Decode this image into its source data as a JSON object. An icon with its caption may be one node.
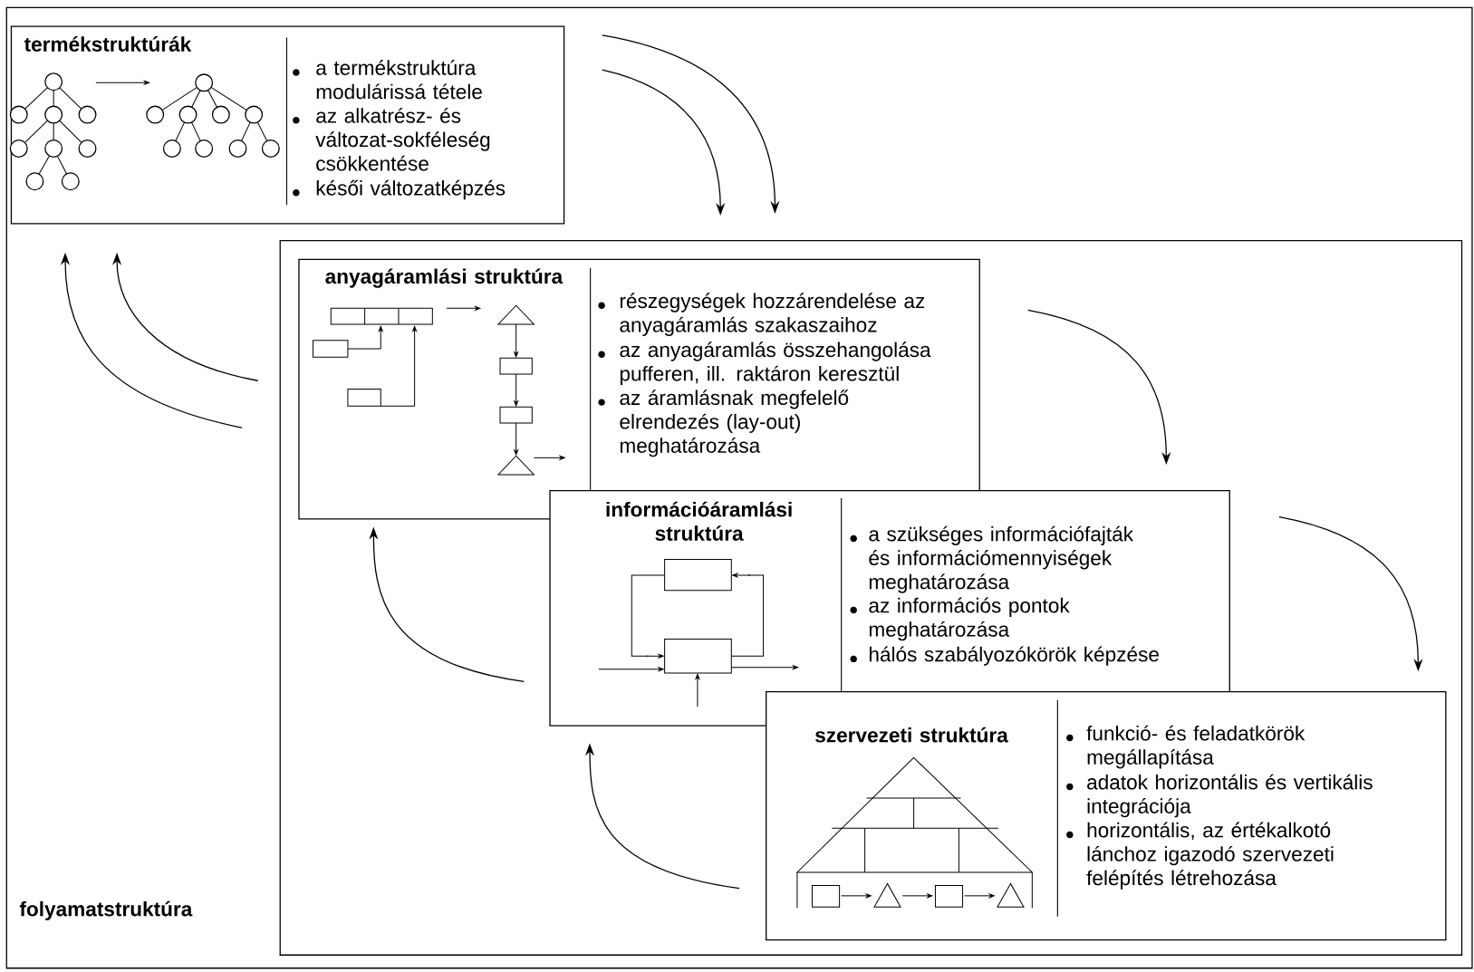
{
  "diagram": {
    "nodes": [
      {
        "text": [
          "folyamatstruktúra"
        ]
      },
      {
        "text": [
          "termékstruktúrák",
          "a termékstruktúra modulárissá tétele",
          "az alkatrész- és változat-sokféleség csökkentése",
          "késői változatképzés"
        ],
        "in": 0
      },
      {
        "text": [],
        "shape": "box",
        "in": 0
      },
      {
        "text": [
          "anyagáramlási struktúra",
          "részegységek hozzárendelése az anyagáramlás szakaszaihoz",
          "az anyagáramlás összehangolása pufferen, ill. raktáron keresztül",
          "az áramlásnak megfelelő elrendezés (lay-out) meghatározása"
        ],
        "in": 2
      },
      {
        "text": [
          "információáramlási struktúra",
          "a szükséges információfajták és információmennyiségek meghatározása",
          "az információs pontok meghatározása",
          "hálós szabályozókörök képzése"
        ],
        "in": 2
      },
      {
        "text": [
          "szervezeti struktúra",
          "funkció- és feladatkörök megállapítása",
          "adatok horizontális és vertikális integrációja",
          "horizontális, az értékalkotó lánchoz igazodó szervezeti felépítés létrehozása"
        ],
        "in": 2
      }
    ],
    "edges": [
      {
        "from": 1,
        "to": 2,
        "arrow": "to"
      },
      {
        "from": 1,
        "to": 2,
        "arrow": "to"
      },
      {
        "from": 2,
        "to": 1,
        "arrow": "to"
      },
      {
        "from": 2,
        "to": 1,
        "arrow": "to"
      },
      {
        "from": 3,
        "to": 4,
        "arrow": "to"
      },
      {
        "from": 4,
        "to": 5,
        "arrow": "to"
      },
      {
        "from": 4,
        "to": 3,
        "arrow": "to"
      },
      {
        "from": 5,
        "to": 4,
        "arrow": "to"
      }
    ]
  }
}
